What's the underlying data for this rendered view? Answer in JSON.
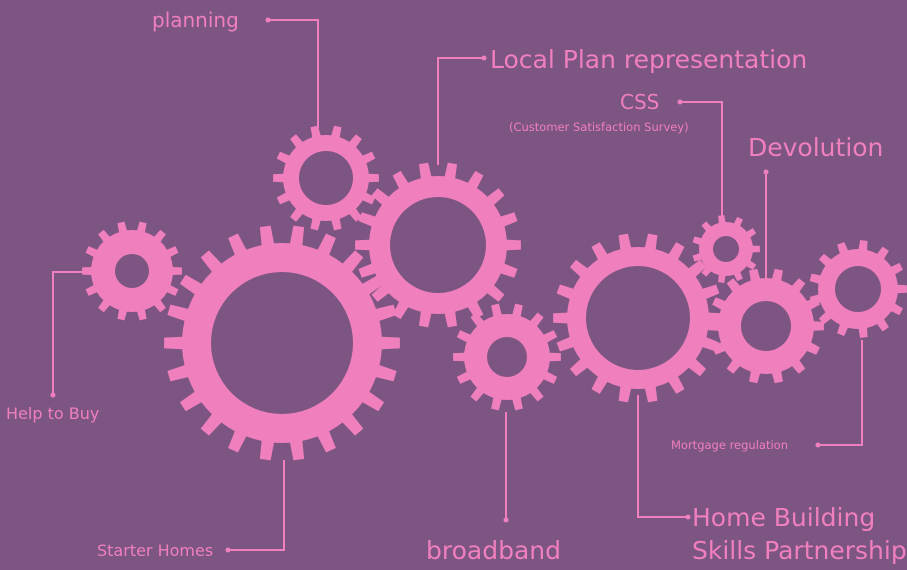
{
  "colors": {
    "background": "#7c5582",
    "gear": "#f07fbd",
    "label": "#f07fbd"
  },
  "labels": {
    "planning": "planning",
    "local_plan": "Local Plan representation",
    "css": "CSS",
    "css_sub": "(Customer Satisfaction Survey)",
    "devolution": "Devolution",
    "help_to_buy": "Help to Buy",
    "mortgage_regulation": "Mortgage regulation",
    "starter_homes": "Starter Homes",
    "broadband": "broadband",
    "home_building_1": "Home Building",
    "home_building_2": "Skills Partnership"
  },
  "gear_icon": "gear-icon"
}
